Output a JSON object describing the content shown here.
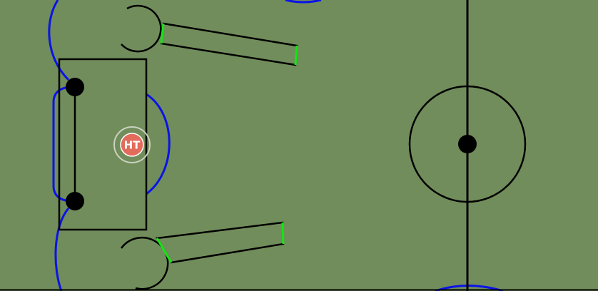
{
  "colors": {
    "field": "#718d5b",
    "line": "#000000",
    "boundary": "#0a14e6",
    "highlight": "#14e614",
    "token_fill": "#e26c5c",
    "token_ring": "#c9d3c0",
    "token_text": "#ffffff"
  },
  "token": {
    "label": "HT"
  },
  "elements": [
    {
      "name": "center-circle",
      "icon": "circle-outline"
    },
    {
      "name": "center-spot",
      "icon": "filled-dot"
    },
    {
      "name": "halfway-line",
      "icon": "line"
    },
    {
      "name": "goal-box",
      "icon": "rectangle-outline"
    },
    {
      "name": "goal-posts",
      "icon": "filled-dot"
    },
    {
      "name": "arm-upper",
      "icon": "lever"
    },
    {
      "name": "arm-lower",
      "icon": "lever"
    },
    {
      "name": "boundary-arcs",
      "icon": "arc"
    }
  ]
}
